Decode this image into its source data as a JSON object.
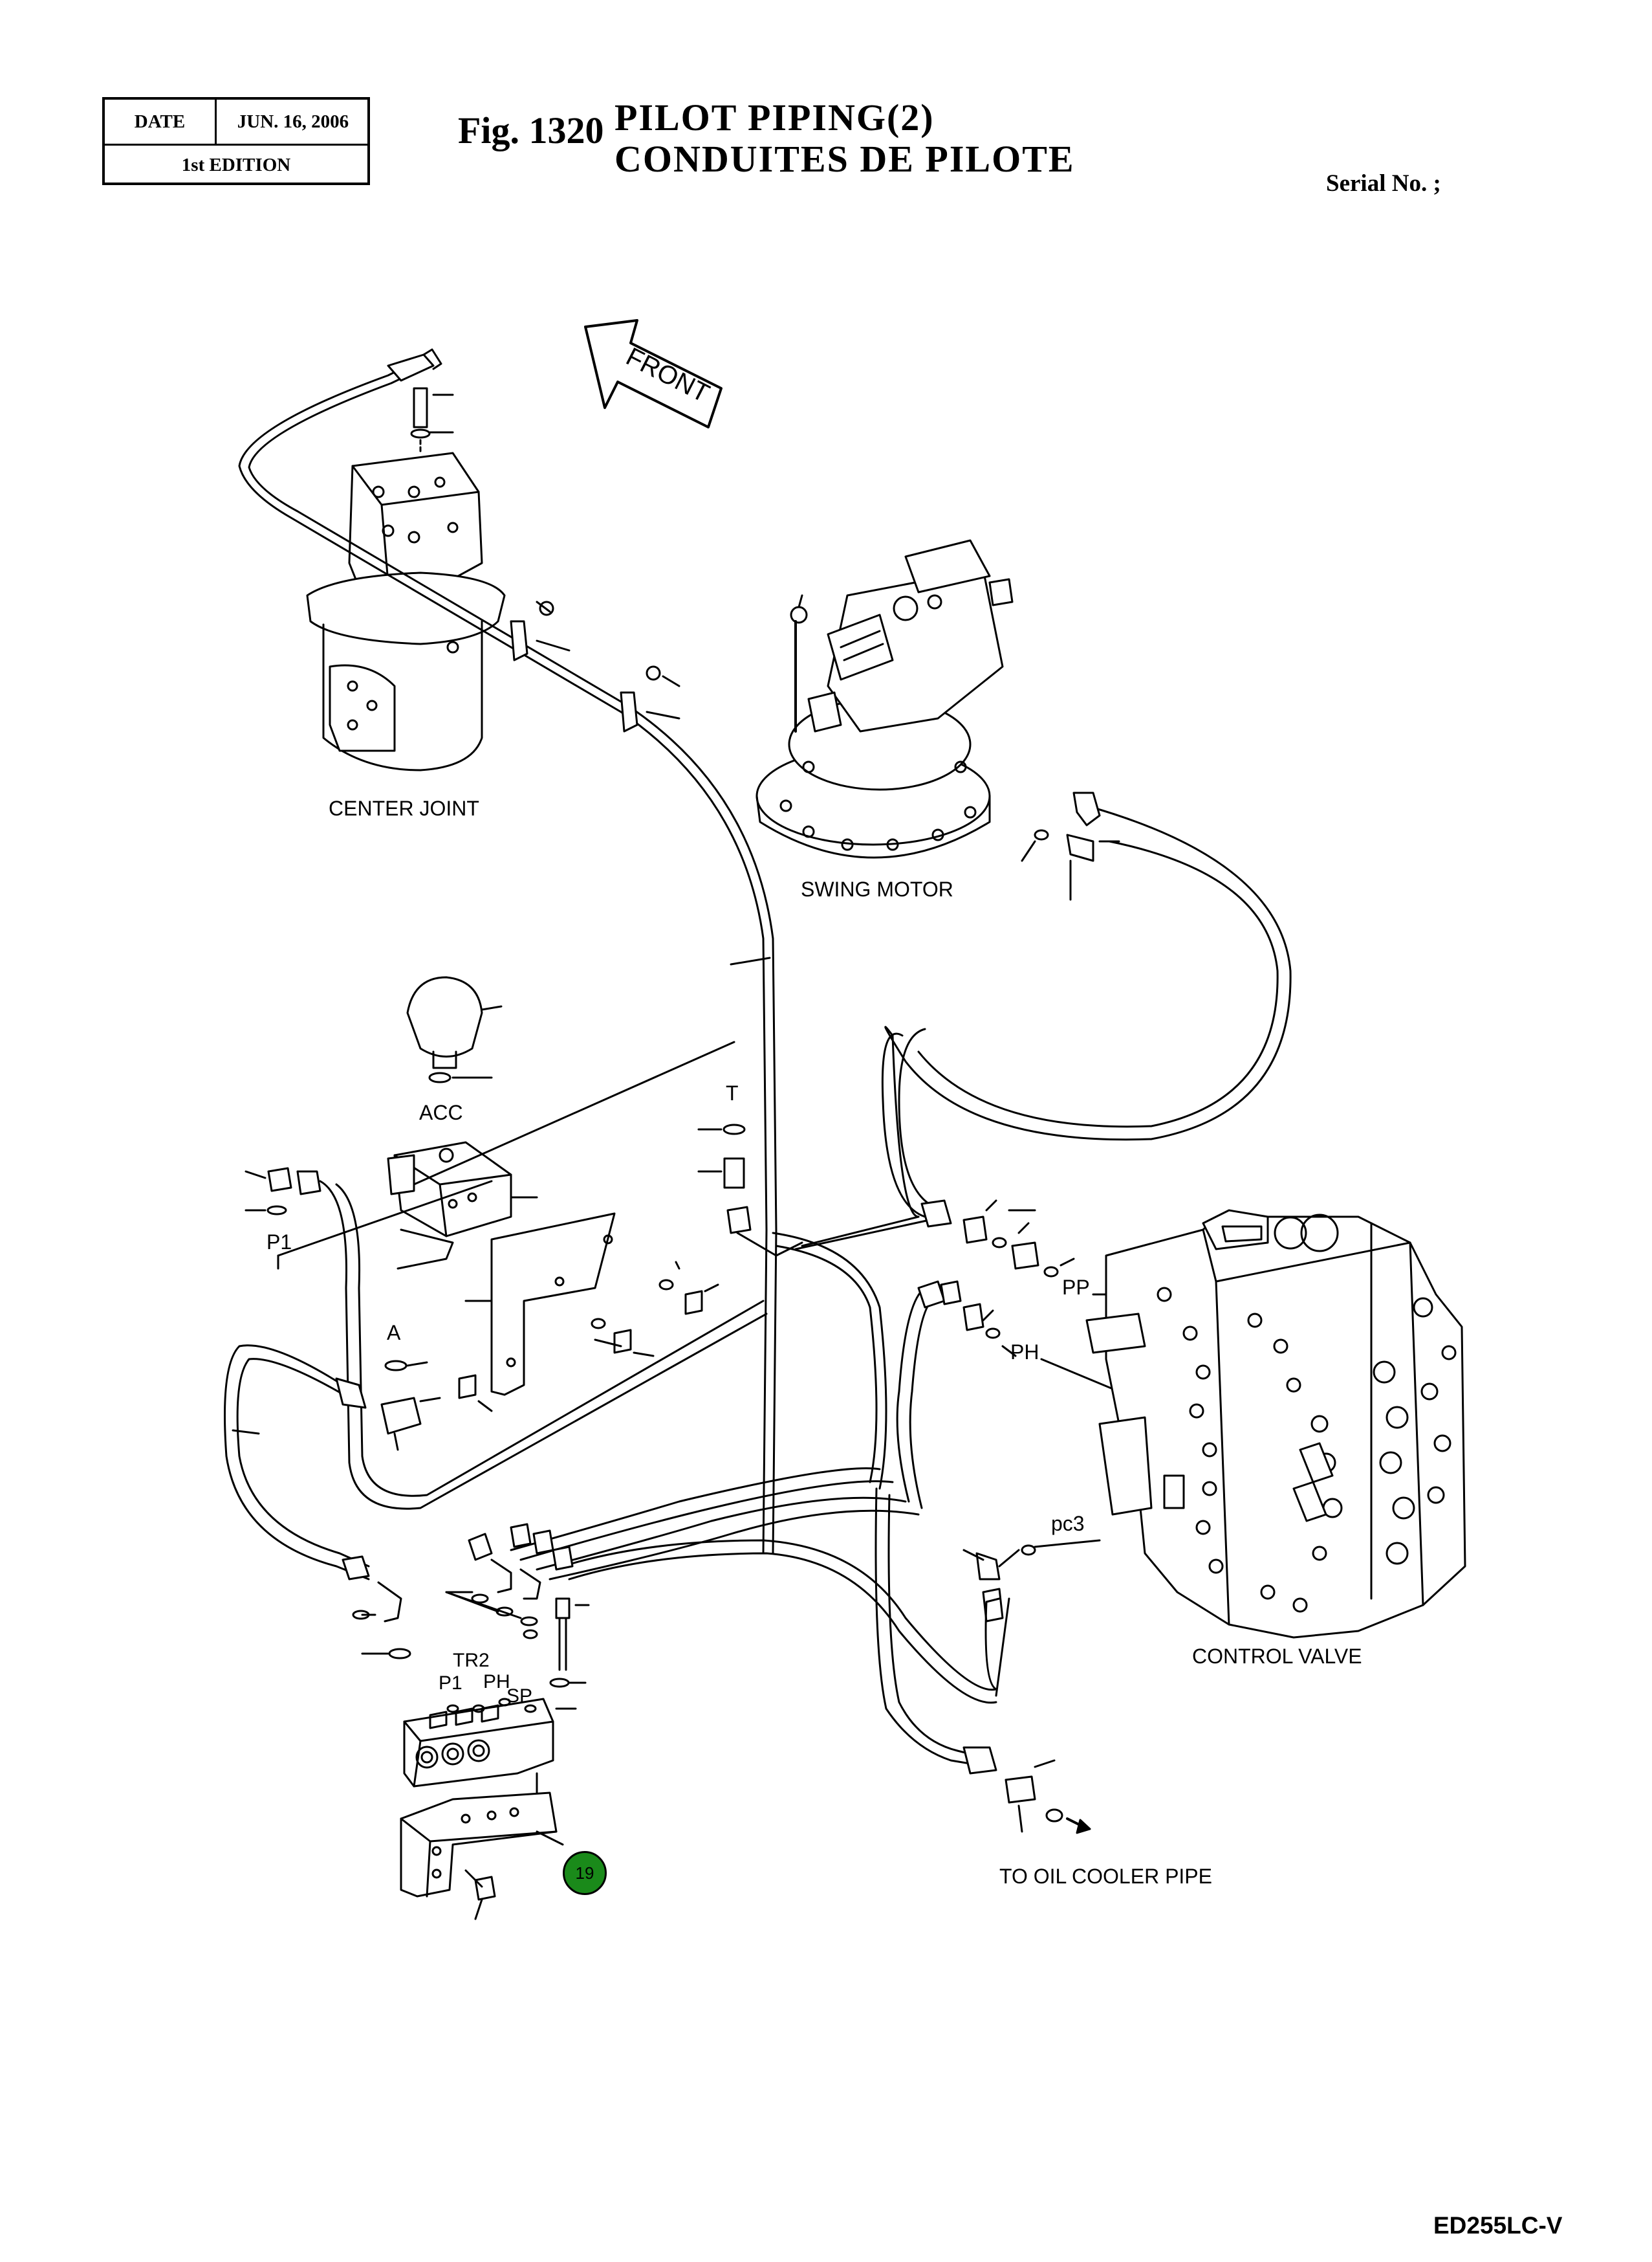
{
  "header": {
    "date_label": "DATE",
    "date_value": "JUN. 16, 2006",
    "edition": "1st EDITION",
    "fig_number": "Fig. 1320",
    "title_en": "PILOT  PIPING(2)",
    "title_fr": "CONDUITES  DE  PILOTE",
    "serial": "Serial No. ;"
  },
  "labels": {
    "front": "FRONT",
    "center_joint": "CENTER JOINT",
    "swing_motor": "SWING MOTOR",
    "control_valve": "CONTROL VALVE",
    "to_oil_cooler": "TO OIL COOLER PIPE",
    "acc": "ACC",
    "t": "T",
    "p1_left": "P1",
    "a": "A",
    "pp": "PP",
    "ph_right": "PH",
    "pc3": "pc3",
    "tr2": "TR2",
    "p1_block": "P1",
    "ph_block": "PH",
    "sp": "SP"
  },
  "callout": {
    "number": "19",
    "color": "#1a8a1a"
  },
  "footer": {
    "model": "ED255LC-V"
  },
  "colors": {
    "line": "#000000",
    "background": "#ffffff",
    "callout_fill": "#1a8a1a"
  }
}
